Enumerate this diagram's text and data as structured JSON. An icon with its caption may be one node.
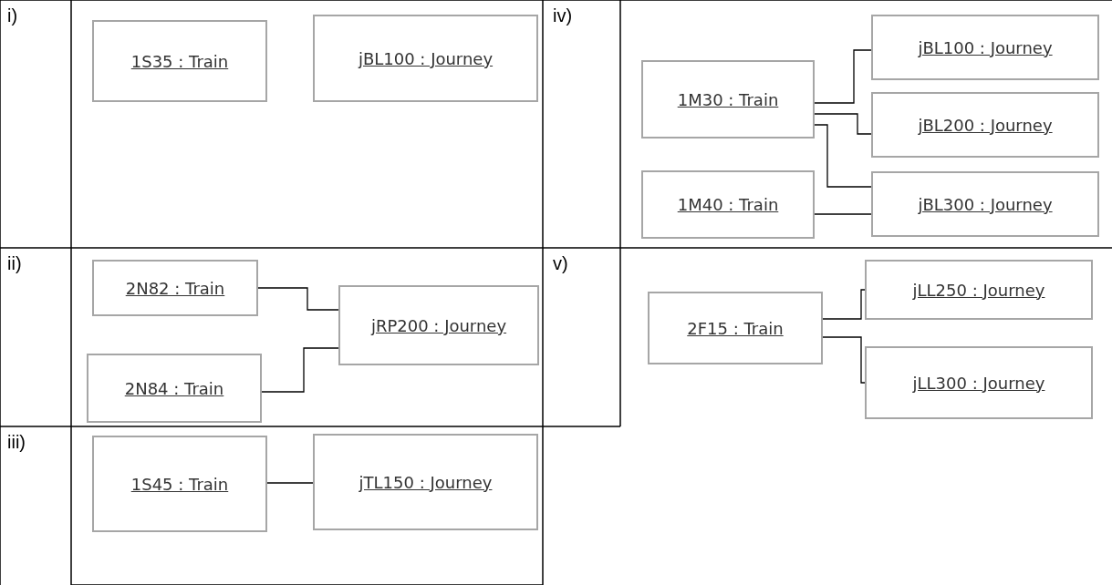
{
  "diagram": {
    "nodes": [
      {
        "text": [
          "1S35 : Train"
        ]
      },
      {
        "text": [
          "jBL100 : Journey"
        ]
      },
      {
        "text": [
          "2N82 : Train"
        ]
      },
      {
        "text": [
          "jRP200 : Journey"
        ]
      },
      {
        "text": [
          "2N84 : Train"
        ]
      },
      {
        "text": [
          "1S45 : Train"
        ]
      },
      {
        "text": [
          "jTL150 : Journey"
        ]
      },
      {
        "text": [
          "1M30 : Train"
        ]
      },
      {
        "text": [
          "1M40 : Train"
        ]
      },
      {
        "text": [
          "jBL100 : Journey"
        ]
      },
      {
        "text": [
          "jBL200 : Journey"
        ]
      },
      {
        "text": [
          "jBL300 : Journey"
        ]
      },
      {
        "text": [
          "2F15 : Train"
        ]
      },
      {
        "text": [
          "jLL250 : Journey"
        ]
      },
      {
        "text": [
          "jLL300 : Journey"
        ]
      }
    ],
    "edges": [
      {
        "from": 2,
        "to": 3,
        "arrow": "none"
      },
      {
        "from": 4,
        "to": 3,
        "arrow": "none"
      },
      {
        "from": 5,
        "to": 6,
        "arrow": "none"
      },
      {
        "from": 7,
        "to": 9,
        "arrow": "none"
      },
      {
        "from": 7,
        "to": 10,
        "arrow": "none"
      },
      {
        "from": 7,
        "to": 11,
        "arrow": "none"
      },
      {
        "from": 8,
        "to": 11,
        "arrow": "none"
      },
      {
        "from": 12,
        "to": 13,
        "arrow": "none"
      },
      {
        "from": 12,
        "to": 14,
        "arrow": "none"
      }
    ],
    "labels": [
      "i)",
      "iv)",
      "ii)",
      "v)",
      "iii)"
    ]
  }
}
